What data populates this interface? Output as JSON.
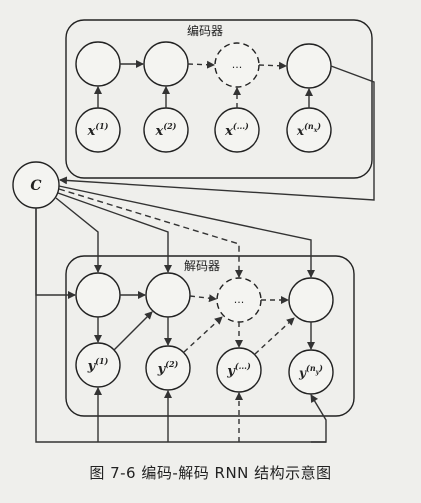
{
  "encoder": {
    "title": "编码器",
    "inputs": [
      {
        "base": "x",
        "sup": "(1)"
      },
      {
        "base": "x",
        "sup": "(2)"
      },
      {
        "base": "x",
        "sup": "(...)"
      },
      {
        "base": "x",
        "sup": "(n",
        "sub": "x",
        "close": ")"
      }
    ]
  },
  "context": {
    "label": "C"
  },
  "decoder": {
    "title": "解码器",
    "outputs": [
      {
        "base": "y",
        "sup": "(1)"
      },
      {
        "base": "y",
        "sup": "(2)"
      },
      {
        "base": "y",
        "sup": "(...)"
      },
      {
        "base": "y",
        "sup": "(n",
        "sub": "y",
        "close": ")"
      }
    ]
  },
  "hidden_ellipsis": "...",
  "caption": "图 7-6   编码-解码 RNN 结构示意图"
}
